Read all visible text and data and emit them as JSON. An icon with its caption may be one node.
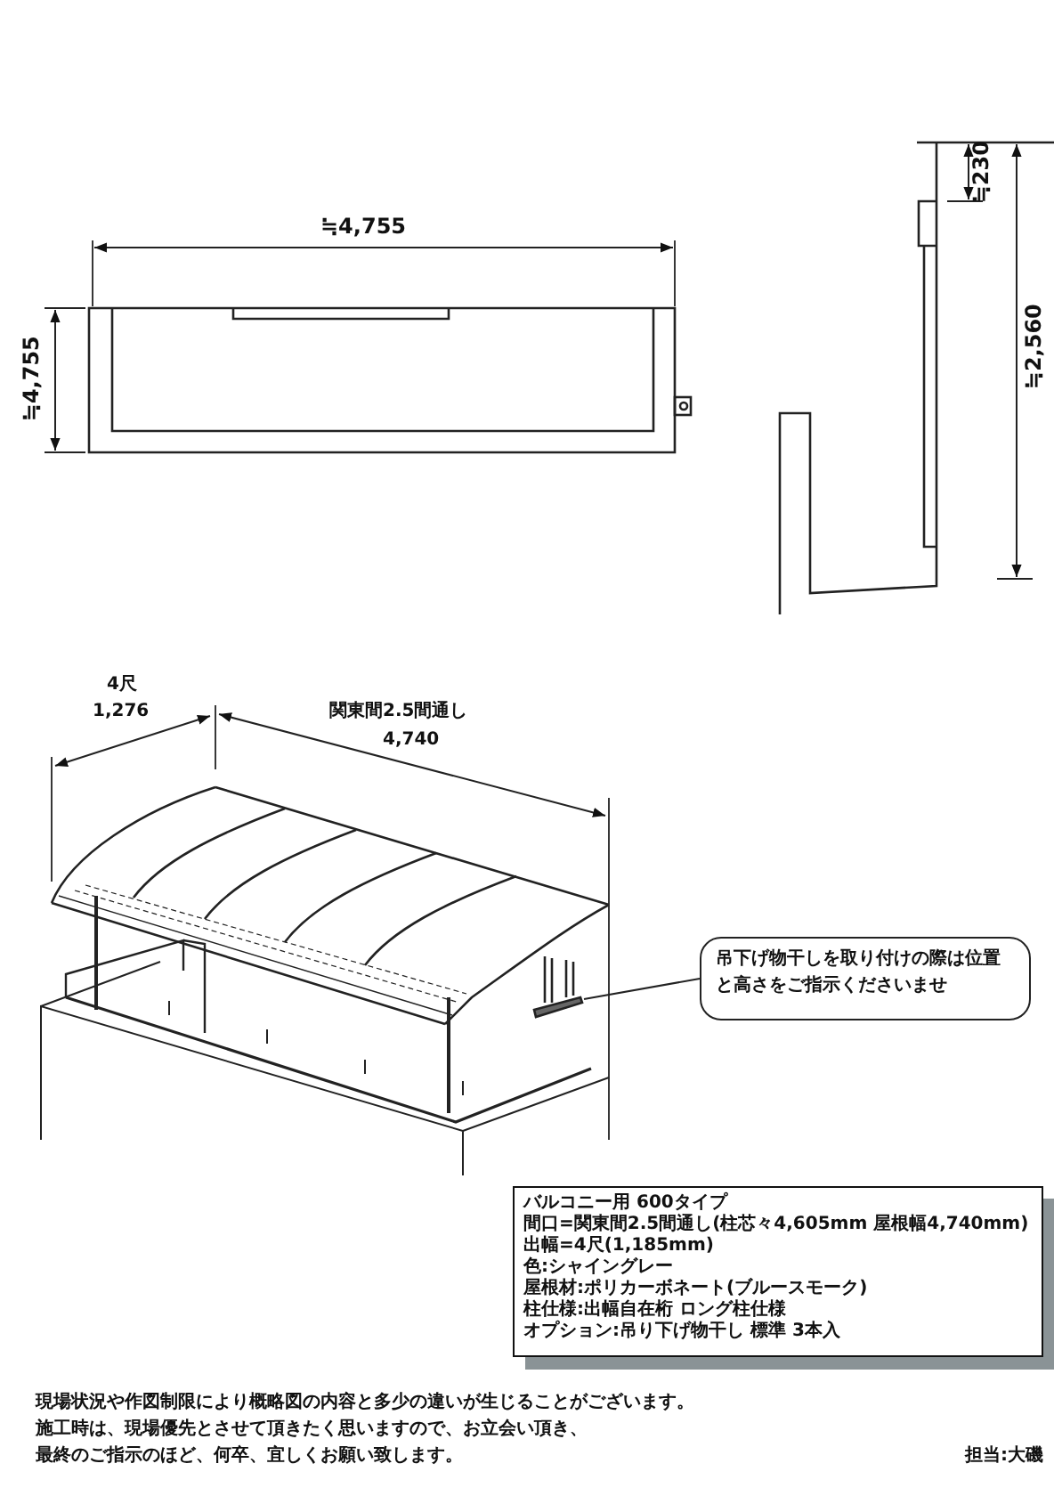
{
  "diagram": {
    "nodes": [
      {
        "text": [
          "吊下げ物干しを取り付けの際は位置と高さをご指示くださいませ"
        ]
      },
      {
        "text": [],
        "shape": "picture"
      },
      {
        "text": [
          "バルコニー用 600タイプ",
          "間口=関東間2.5間通し(柱芯々4,605mm 屋根幅4,740mm)",
          "出幅=4尺(1,185mm)",
          "色:シャイングレー",
          "屋根材:ポリカーボネート(ブルースモーク)",
          "柱仕様:出幅自在桁 ロング柱仕様",
          "オプション:吊り下げ物干し 標準 3本入"
        ]
      }
    ],
    "edges": [
      {
        "from": 0,
        "to": 1,
        "arrow": "none"
      }
    ],
    "labels": [
      "≒4,755",
      "≒4,755",
      "≒230",
      "≒2,560",
      "4尺",
      "1,276",
      "関東間2.5間通し",
      "4,740",
      "現場状況や作図制限により概略図の内容と多少の違いが生じることがございます。",
      "施工時は、現場優先とさせて頂きたく思いますので、お立会い頂き、",
      "最終のご指示のほど、何卒、宜しくお願い致します。",
      "担当:大磯"
    ]
  }
}
